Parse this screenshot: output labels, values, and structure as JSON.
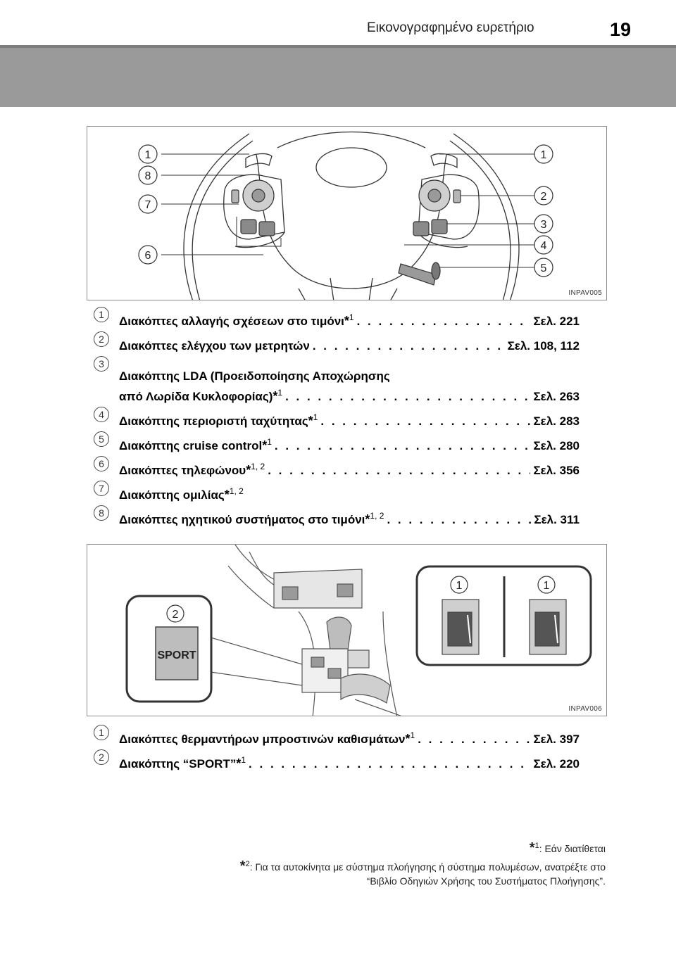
{
  "header": {
    "title": "Εικονογραφημένο ευρετήριο",
    "page_number": "19"
  },
  "figure1": {
    "code": "INPAV005",
    "callouts": [
      "1",
      "8",
      "7",
      "6",
      "1",
      "2",
      "3",
      "4",
      "5"
    ]
  },
  "legend1": [
    {
      "num": "1",
      "label": "Διακόπτες αλλαγής σχέσεων στο τιμόνι",
      "sup": "1",
      "page": "Σελ. 221"
    },
    {
      "num": "2",
      "label": "Διακόπτες ελέγχου των μετρητών",
      "sup": "",
      "page": "Σελ. 108, 112"
    },
    {
      "num": "3",
      "label_line1": "Διακόπτης LDA (Προειδοποίησης Αποχώρησης",
      "label": "από Λωρίδα Κυκλοφορίας)",
      "sup": "1",
      "page": "Σελ. 263"
    },
    {
      "num": "4",
      "label": "Διακόπτης περιοριστή ταχύτητας",
      "sup": "1",
      "page": "Σελ. 283"
    },
    {
      "num": "5",
      "label": "Διακόπτης cruise control",
      "sup": "1",
      "page": "Σελ. 280"
    },
    {
      "num": "6",
      "label": "Διακόπτες τηλεφώνου",
      "sup": "1, 2",
      "page": "Σελ. 356"
    },
    {
      "num": "7",
      "label": "Διακόπτης ομιλίας",
      "sup": "1, 2",
      "page": ""
    },
    {
      "num": "8",
      "label": "Διακόπτες ηχητικού συστήματος στο τιμόνι",
      "sup": "1, 2",
      "page": "Σελ. 311"
    }
  ],
  "figure2": {
    "code": "INPAV006",
    "sport_label": "SPORT",
    "callouts": [
      "2",
      "1",
      "1"
    ]
  },
  "legend2": [
    {
      "num": "1",
      "label": "Διακόπτες θερμαντήρων μπροστινών καθισμάτων",
      "sup": "1",
      "page": "Σελ. 397"
    },
    {
      "num": "2",
      "label": "Διακόπτης “SPORT”",
      "sup": "1",
      "page": "Σελ. 220"
    }
  ],
  "footnotes": {
    "star": "*",
    "fn1_sup": "1",
    "fn1": ": Εάν διατίθεται",
    "fn2_sup": "2",
    "fn2_line1": ": Για τα αυτοκίνητα με σύστημα πλοήγησης ή σύστημα πολυμέσων, ανατρέξτε στο",
    "fn2_line2": "“Βιβλίο Οδηγιών Χρήσης του Συστήματος Πλοήγησης”."
  }
}
